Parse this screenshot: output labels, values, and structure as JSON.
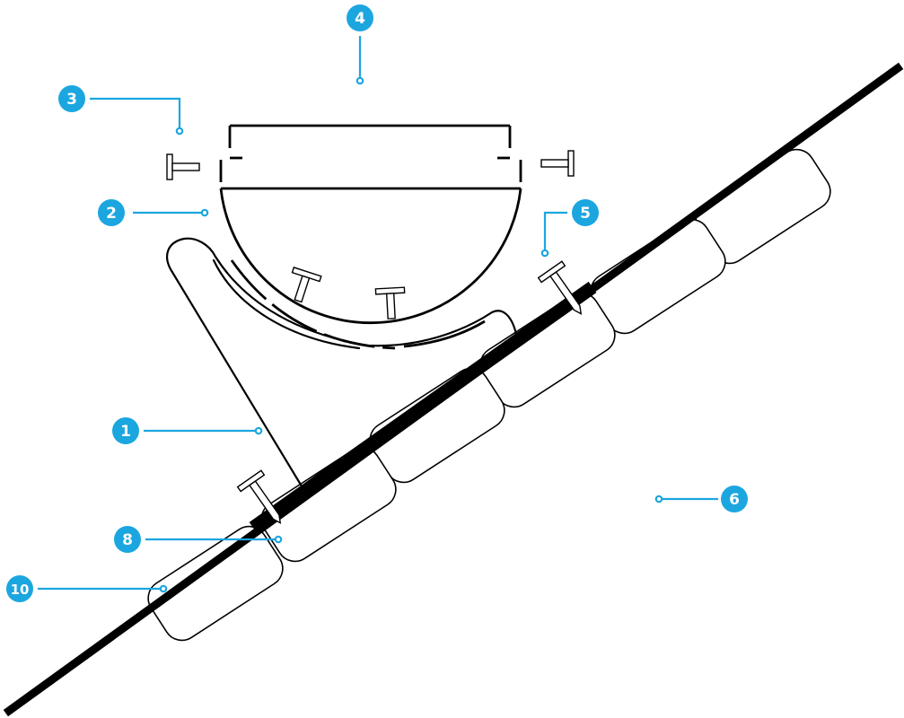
{
  "colors": {
    "accent": "#1ba6e0",
    "line": "#000000",
    "background": "#ffffff"
  },
  "callouts": [
    {
      "number": "1"
    },
    {
      "number": "2"
    },
    {
      "number": "3"
    },
    {
      "number": "4"
    },
    {
      "number": "5"
    },
    {
      "number": "6"
    },
    {
      "number": "8"
    },
    {
      "number": "10"
    }
  ]
}
